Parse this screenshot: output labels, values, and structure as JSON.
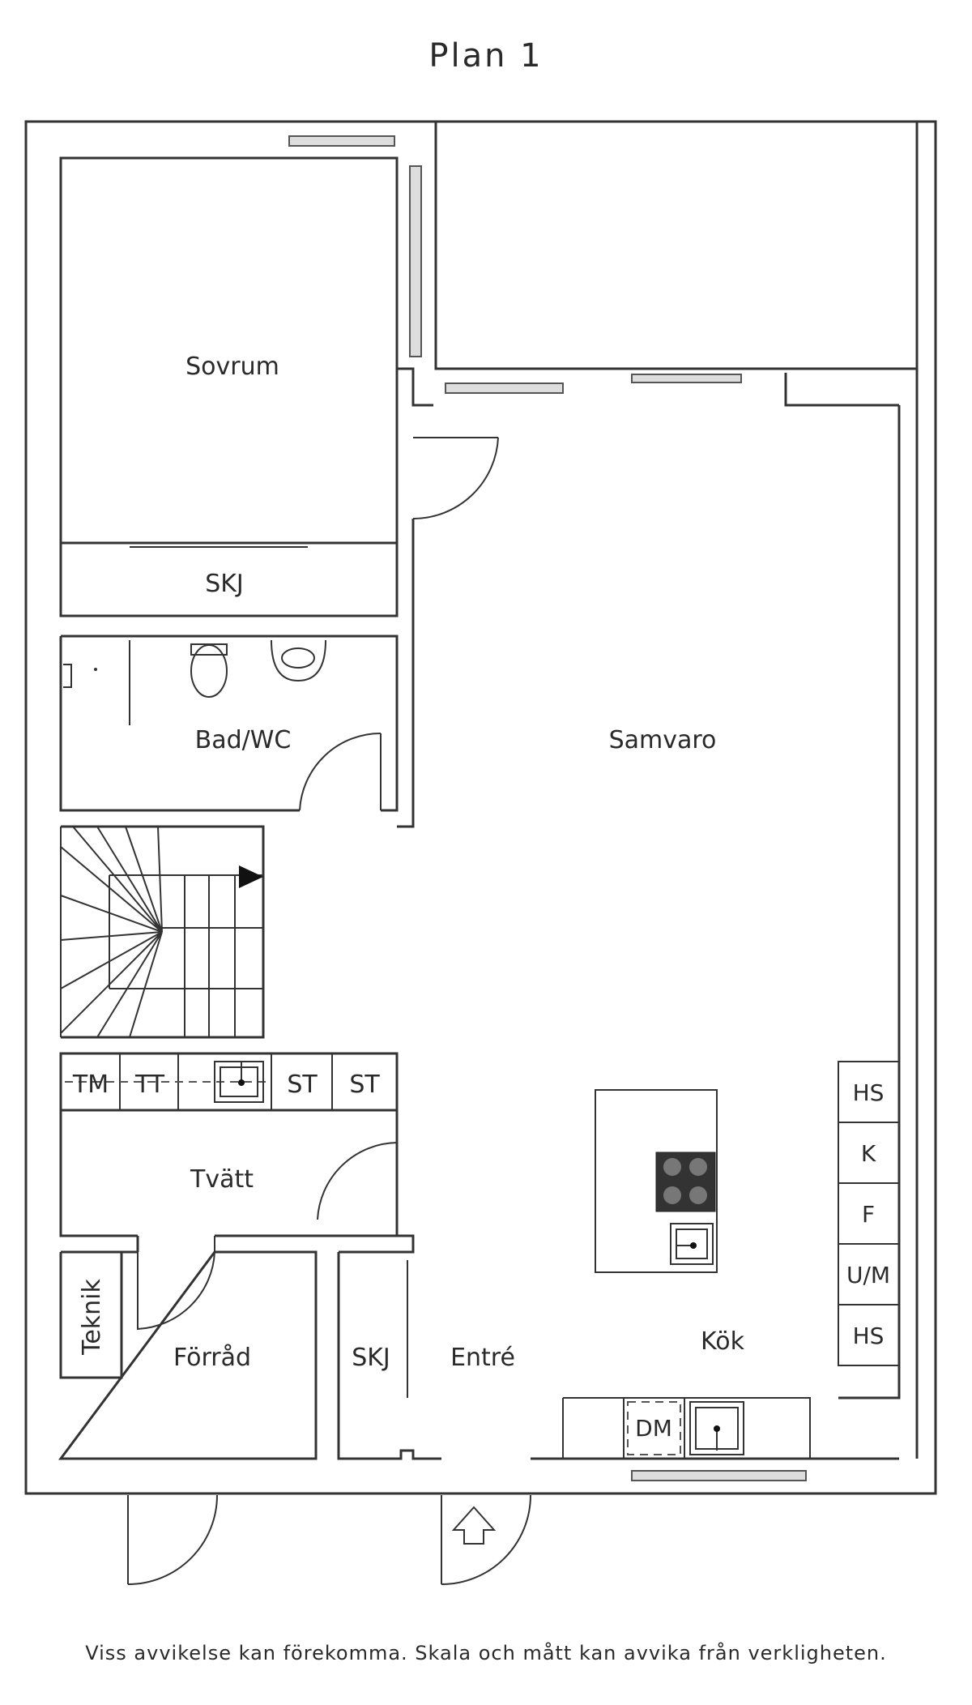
{
  "title": "Plan  1",
  "rooms": {
    "sovrum": "Sovrum",
    "samvaro": "Samvaro",
    "bad": "Bad/WC",
    "tvatt": "Tvätt",
    "teknik": "Teknik",
    "forrad": "Förråd",
    "entre": "Entré",
    "kok": "Kök"
  },
  "fixtures": {
    "skj_bedroom": "SKJ",
    "skj_entry": "SKJ",
    "tm": "TM",
    "tt": "TT",
    "st1": "ST",
    "st2": "ST",
    "hs1": "HS",
    "k": "K",
    "f": "F",
    "um": "U/M",
    "hs2": "HS",
    "dm": "DM"
  },
  "disclaimer": "Viss avvikelse kan förekomma. Skala och mått kan avvika från verkligheten."
}
